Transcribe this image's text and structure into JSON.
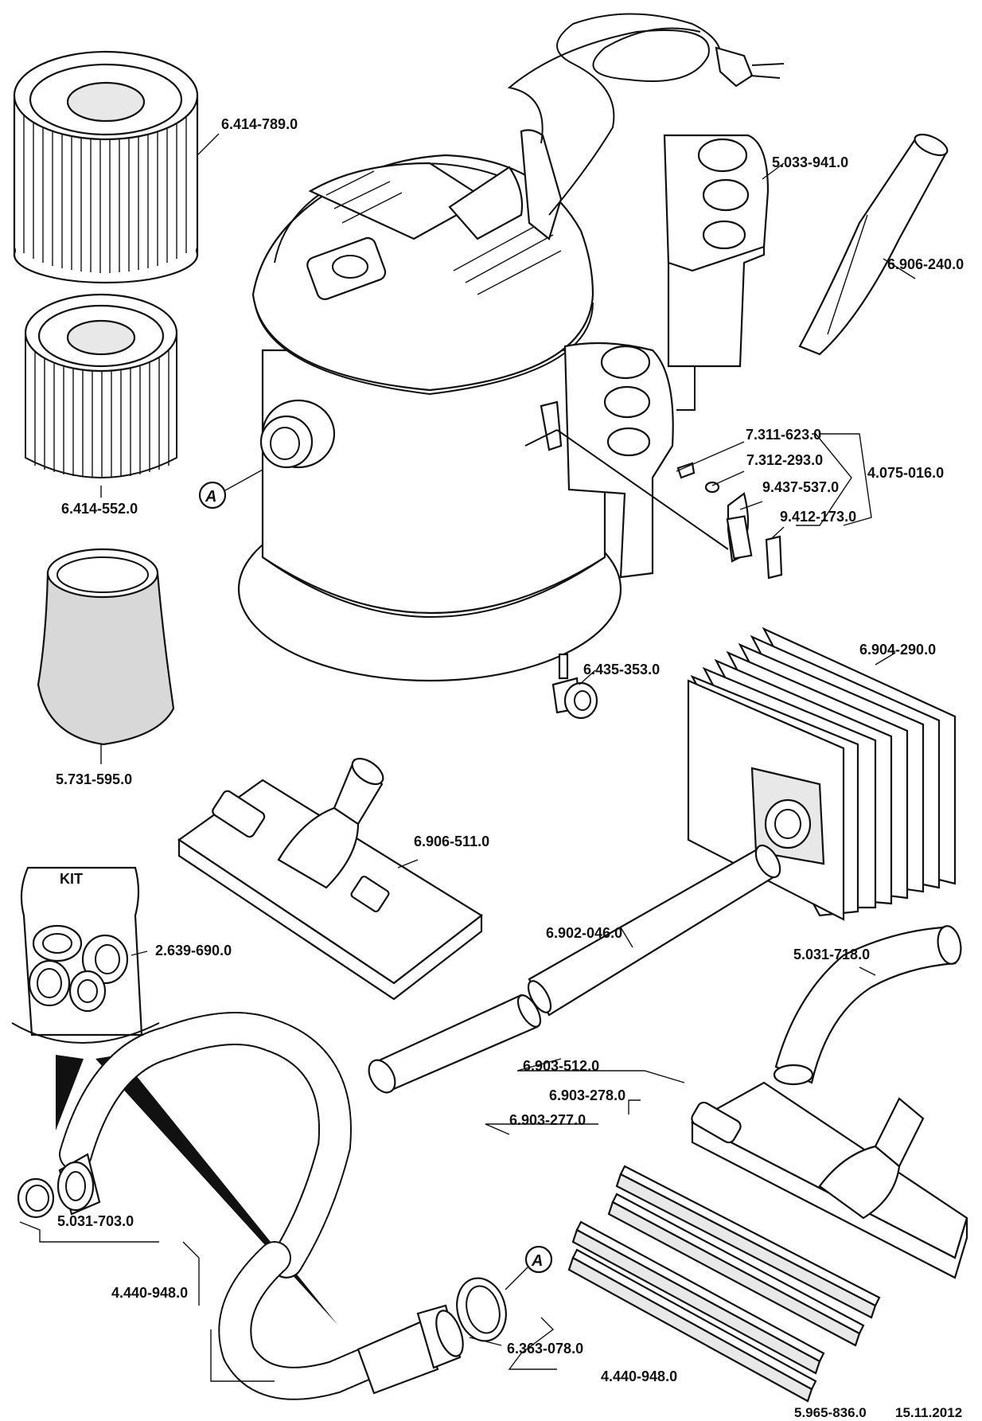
{
  "labels": {
    "p6414789": "6.414-789.0",
    "p6414552": "6.414-552.0",
    "p5731595": "5.731-595.0",
    "p5033941": "5.033-941.0",
    "p6906240": "6.906-240.0",
    "p7311623": "7.311-623.0",
    "p7312293": "7.312-293.0",
    "p4075016": "4.075-016.0",
    "p9437537": "9.437-537.0",
    "p9412173": "9.412-173.0",
    "p6435353": "6.435-353.0",
    "p6904290": "6.904-290.0",
    "p6906511": "6.906-511.0",
    "p6902046": "6.902-046.0",
    "p2639690": "2.639-690.0",
    "p5031718": "5.031-718.0",
    "p6903512": "6.903-512.0",
    "p6903278": "6.903-278.0",
    "p6903277": "6.903-277.0",
    "p5031703": "5.031-703.0",
    "p4440948a": "4.440-948.0",
    "p6363078": "6.363-078.0",
    "p4440948b": "4.440-948.0"
  },
  "marker_letter": "A",
  "kit_label": "KIT",
  "footer": {
    "doc_number": "5.965-836.0",
    "date": "15.11.2012"
  }
}
